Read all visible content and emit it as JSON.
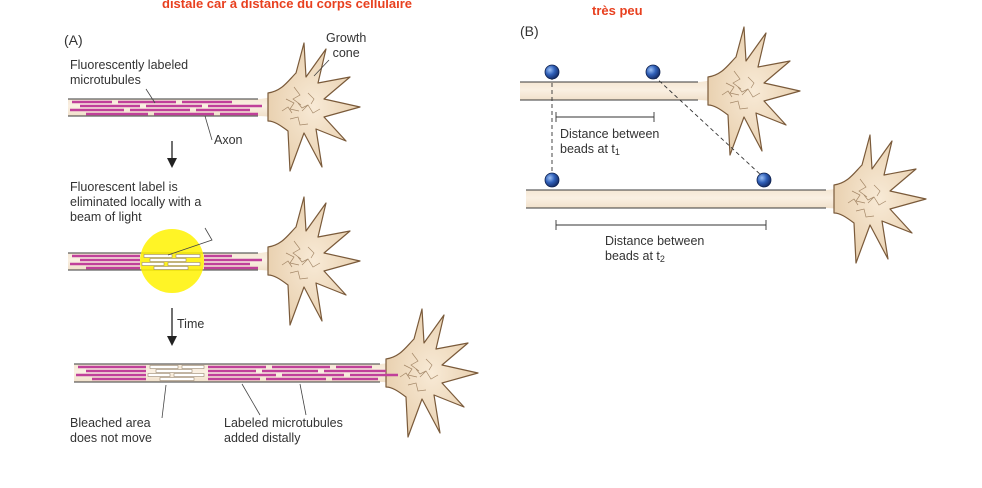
{
  "header": {
    "top_left_red": "distale car à distance du corps cellulaire",
    "top_right_red": "très peu"
  },
  "panel_a": {
    "letter": "(A)",
    "growth_cone": "Growth\ncone",
    "fluor_mt": "Fluorescently labeled\nmicrotubules",
    "axon": "Axon",
    "label_eliminated": "Fluorescent label is\neliminated locally with a\nbeam of light",
    "time": "Time",
    "bleached": "Bleached area\ndoes not move",
    "added": "Labeled microtubules\nadded distally"
  },
  "panel_b": {
    "letter": "(B)",
    "dist_t1_prefix": "Distance between\nbeads at t",
    "dist_t1_sub": "1",
    "dist_t2_prefix": "Distance between\nbeads at t",
    "dist_t2_sub": "2"
  },
  "colors": {
    "axon_fill": "#f2dfc6",
    "axon_edge": "#3a3a3a",
    "microtubule": "#c0409a",
    "bleached": "#ffffff",
    "beam": "#fff200",
    "bead": "#2f5fb8",
    "red_text": "#e8401f"
  }
}
